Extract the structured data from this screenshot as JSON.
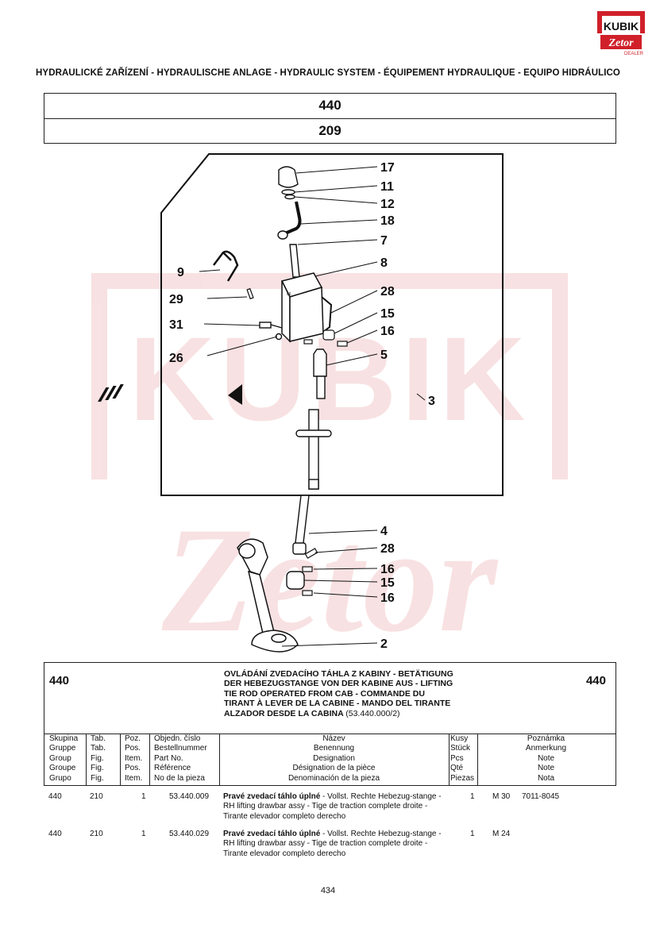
{
  "logo": {
    "top_text": "KUBIK",
    "bottom_text": "Zetor",
    "tag": "DEALER"
  },
  "header": {
    "title": "HYDRAULICKÉ ZAŘÍZENÍ - HYDRAULISCHE ANLAGE - HYDRAULIC SYSTEM - ÉQUIPEMENT HYDRAULIQUE - EQUIPO HIDRÁULICO",
    "model": "440",
    "figure": "209"
  },
  "drawing": {
    "callouts": [
      "17",
      "11",
      "12",
      "18",
      "7",
      "8",
      "28",
      "15",
      "16",
      "5",
      "3",
      "9",
      "29",
      "31",
      "26",
      "4",
      "28",
      "16",
      "15",
      "16",
      "2"
    ],
    "watermark": "KUBIK Zetor"
  },
  "info": {
    "group_left": "440",
    "group_right": "440",
    "description": "OVLÁDÁNÍ ZVEDACÍHO TÁHLA Z KABINY - BETÄTIGUNG DER HEBEZUGSTANGE VON DER KABINE AUS - LIFTING TIE ROD OPERATED FROM CAB - COMMANDE DU TIRANT À LEVER DE LA CABINE - MANDO DEL TIRANTE ALZADOR DESDE LA CABINA",
    "code": "(53.440.000/2)"
  },
  "columns": {
    "group": [
      "Skupina",
      "Gruppe",
      "Group",
      "Groupe",
      "Grupo"
    ],
    "table": [
      "Tab.",
      "Tab.",
      "Fig.",
      "Fig.",
      "Fig."
    ],
    "position": [
      "Poz.",
      "Pos.",
      "Item.",
      "Pos.",
      "Item."
    ],
    "part_no": [
      "Objedn. číslo",
      "Bestellnummer",
      "Part No.",
      "Référence",
      "No de la pieza"
    ],
    "name": [
      "Název",
      "Benennung",
      "Designation",
      "Désignation de la pièce",
      "Denominación de la pieza"
    ],
    "qty": [
      "Kusy",
      "Stück",
      "Pcs",
      "Qté",
      "Piezas"
    ],
    "note": [
      "Poznámka",
      "Anmerkung",
      "Note",
      "Note",
      "Nota"
    ]
  },
  "rows": [
    {
      "group": "440",
      "table": "210",
      "position": "1",
      "part_no": "53.440.009",
      "name_bold": "Pravé zvedací táhlo úplné",
      "name_rest": " - Vollst. Rechte Hebezug-stange - RH lifting drawbar assy - Tige de traction complete droite - Tirante elevador completo derecho",
      "qty": "1",
      "note1": "M 30",
      "note2": "7011-8045"
    },
    {
      "group": "440",
      "table": "210",
      "position": "1",
      "part_no": "53.440.029",
      "name_bold": "Pravé zvedací táhlo úplné",
      "name_rest": " - Vollst. Rechte Hebezug-stange - RH lifting drawbar assy - Tige de traction complete droite - Tirante elevador completo derecho",
      "qty": "1",
      "note1": "M 24",
      "note2": ""
    }
  ],
  "page_number": "434"
}
